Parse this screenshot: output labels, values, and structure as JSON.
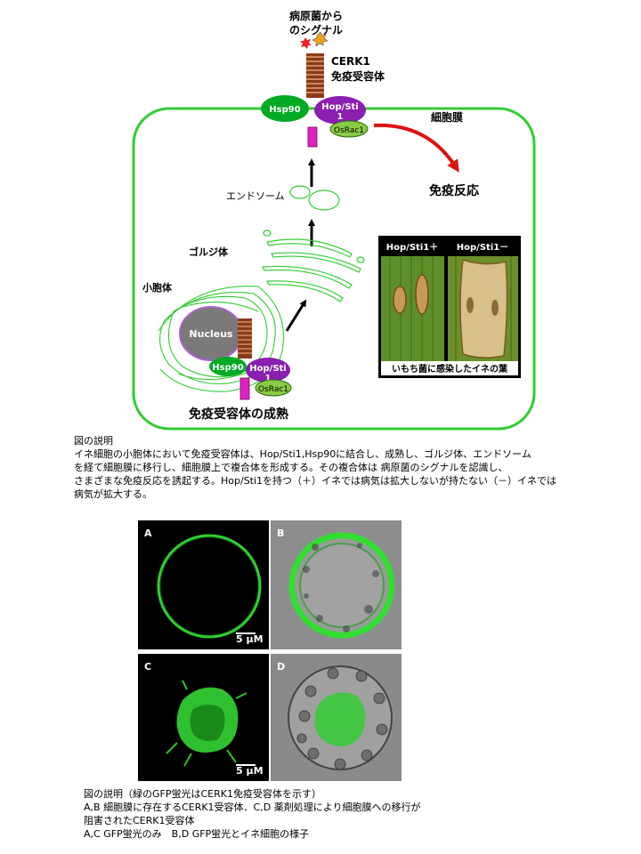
{
  "diagram": {
    "signal_label_line1": "病原菌から",
    "signal_label_line2": "のシグナル",
    "cerk1_line1": "CERK1",
    "cerk1_line2": "免疫受容体",
    "membrane_label": "細胞膜",
    "hsp90_label": "Hsp90",
    "hopsti_label_top": "Hop/Sti",
    "hopsti_label_1": "1",
    "osrac1_label": "OsRac1",
    "immune_response": "免疫反応",
    "endosome_label": "エンドソーム",
    "golgi_label": "ゴルジ体",
    "er_label": "小胞体",
    "nucleus_label": "Nucleus",
    "maturation_label": "免疫受容体の成熟",
    "leaf_plus_label": "Hop/Sti1＋",
    "leaf_minus_label": "Hop/Sti1－",
    "leaf_caption": "いもち菌に感染したイネの葉",
    "colors": {
      "membrane": "#33cc33",
      "hsp90": "#00aa22",
      "hopsti": "#8a1fb0",
      "osrac1": "#88cc44",
      "arrow_red": "#dd1111",
      "nucleus": "#7a7a7a"
    }
  },
  "caption1": {
    "title": "図の説明",
    "lines": [
      "イネ細胞の小胞体において免疫受容体は、Hop/Sti1,Hsp90に結合し、成熟し、ゴルジ体、エンドソーム",
      "を経て細胞膜に移行し、細胞膜上で複合体を形成する。その複合体は 病原菌のシグナルを認識し、",
      "さまざまな免疫反応を誘起する。Hop/Sti1を持つ（＋）イネでは病気は拡大しないが持たない（－）イネでは",
      "病気が拡大する。"
    ]
  },
  "micrographs": {
    "panels": [
      "A",
      "B",
      "C",
      "D"
    ],
    "scale_label": "5 μM"
  },
  "caption2": {
    "lines": [
      "図の説明（緑のGFP蛍光はCERK1免疫受容体を示す）",
      "A,B 細胞膜に存在するCERK1受容体．C,D 薬剤処理により細胞膜への移行が",
      "阻害されたCERK1受容体",
      "A,C GFP蛍光のみ　B,D GFP蛍光とイネ細胞の様子"
    ]
  }
}
